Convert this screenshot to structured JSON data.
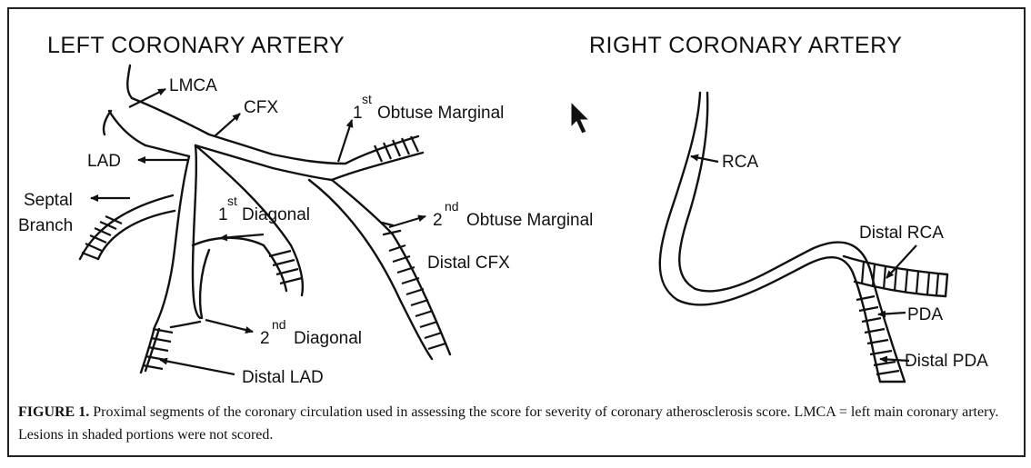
{
  "headings": {
    "left": "LEFT CORONARY ARTERY",
    "right": "RIGHT CORONARY ARTERY"
  },
  "labels": {
    "lmca": "LMCA",
    "cfx": "CFX",
    "lad": "LAD",
    "obtuse1_sup": "st",
    "obtuse1_text": "Obtuse Marginal",
    "obtuse1_num": "1",
    "septal_line1": "Septal",
    "septal_line2": "Branch",
    "diag1_num": "1",
    "diag1_sup": "st",
    "diag1_text": "Diagonal",
    "obtuse2_num": "2",
    "obtuse2_sup": "nd",
    "obtuse2_text": "Obtuse Marginal",
    "distal_cfx": "Distal CFX",
    "diag2_num": "2",
    "diag2_sup": "nd",
    "diag2_text": "Diagonal",
    "distal_lad": "Distal LAD",
    "rca": "RCA",
    "distal_rca": "Distal RCA",
    "pda": "PDA",
    "distal_pda": "Distal PDA"
  },
  "caption": {
    "figure_label": "FIGURE 1.",
    "text": "Proximal segments of the coronary circulation used in assessing the score for severity of coronary atherosclerosis score. LMCA = left main coronary artery. Lesions in shaded portions were not scored."
  },
  "colors": {
    "ink": "#111111",
    "background": "#ffffff",
    "border": "#222222"
  },
  "icons": [
    "mouse-pointer-icon"
  ]
}
